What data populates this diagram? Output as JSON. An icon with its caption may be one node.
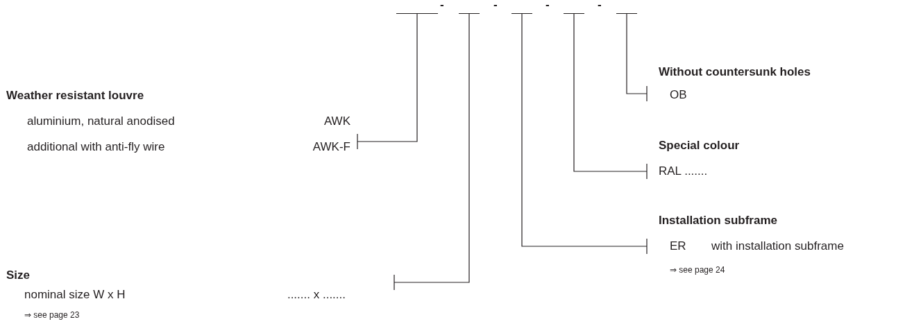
{
  "diagram": {
    "nodes": [
      {
        "text": [],
        "shape": "bar"
      },
      {
        "text": [],
        "shape": "bar"
      },
      {
        "text": [],
        "shape": "bar"
      },
      {
        "text": [],
        "shape": "bar"
      },
      {
        "text": [],
        "shape": "bar"
      },
      {
        "text": [
          "Weather resistant louvre",
          "aluminium, natural anodised",
          "AWK",
          "additional with anti-fly wire",
          "AWK-F"
        ]
      },
      {
        "text": [
          "Size",
          "nominal size W x H",
          "....... x .......",
          "⇒ see page 23"
        ]
      },
      {
        "text": [
          "Installation subframe",
          "ER",
          "with installation subframe",
          "⇒ see page 24"
        ]
      },
      {
        "text": [
          "Special colour",
          "RAL ......."
        ]
      },
      {
        "text": [
          "Without countersunk holes",
          "OB"
        ]
      }
    ],
    "edges": [
      {
        "from": 0,
        "to": 5,
        "arrow": "other"
      },
      {
        "from": 1,
        "to": 6,
        "arrow": "other"
      },
      {
        "from": 2,
        "to": 7,
        "arrow": "other"
      },
      {
        "from": 3,
        "to": 8,
        "arrow": "other"
      },
      {
        "from": 4,
        "to": 9,
        "arrow": "other"
      }
    ],
    "labels": [
      "-",
      "-",
      "-",
      "-"
    ]
  }
}
